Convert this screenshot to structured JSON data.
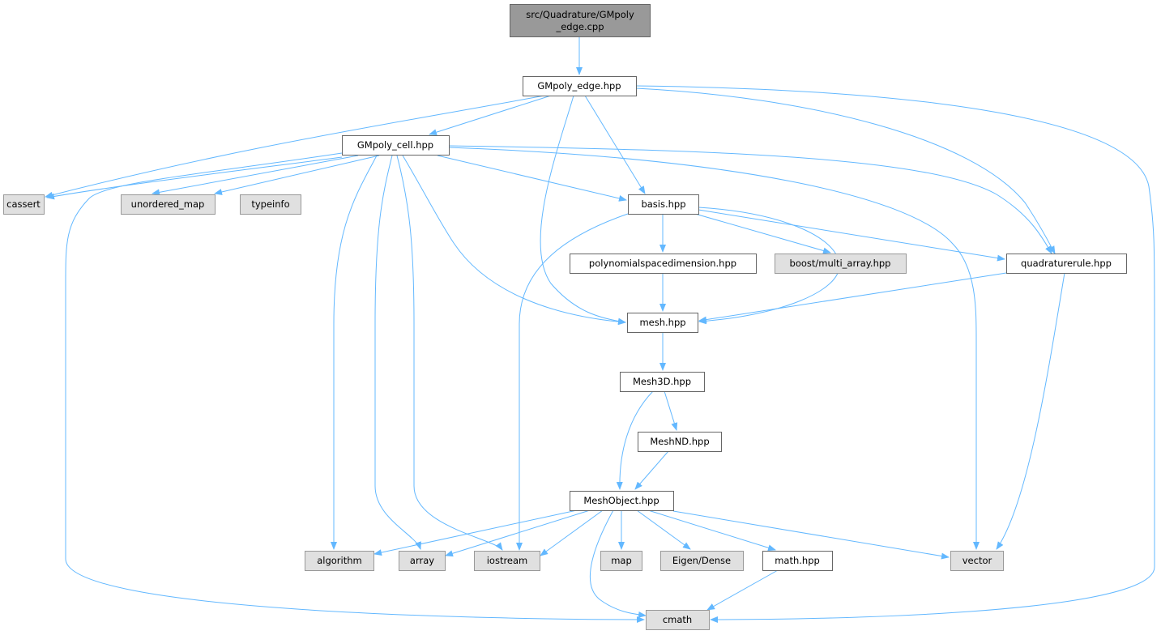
{
  "title": "Include dependency graph for GMpoly_edge.cpp",
  "nodes": {
    "root_line1": "src/Quadrature/GMpoly",
    "root_line2": "_edge.cpp",
    "gmpoly_edge": "GMpoly_edge.hpp",
    "gmpoly_cell": "GMpoly_cell.hpp",
    "cassert": "cassert",
    "unordered_map": "unordered_map",
    "typeinfo": "typeinfo",
    "basis": "basis.hpp",
    "polynomialspacedimension": "polynomialspacedimension.hpp",
    "boost_multi_array": "boost/multi_array.hpp",
    "quadraturerule": "quadraturerule.hpp",
    "mesh": "mesh.hpp",
    "mesh3d": "Mesh3D.hpp",
    "meshnd": "MeshND.hpp",
    "meshobject": "MeshObject.hpp",
    "algorithm": "algorithm",
    "array": "array",
    "iostream": "iostream",
    "map": "map",
    "eigen_dense": "Eigen/Dense",
    "math": "math.hpp",
    "vector": "vector",
    "cmath": "cmath"
  },
  "colors": {
    "edge": "#63b8ff",
    "root_fill": "#999999",
    "system_fill": "#e0e0e0"
  }
}
